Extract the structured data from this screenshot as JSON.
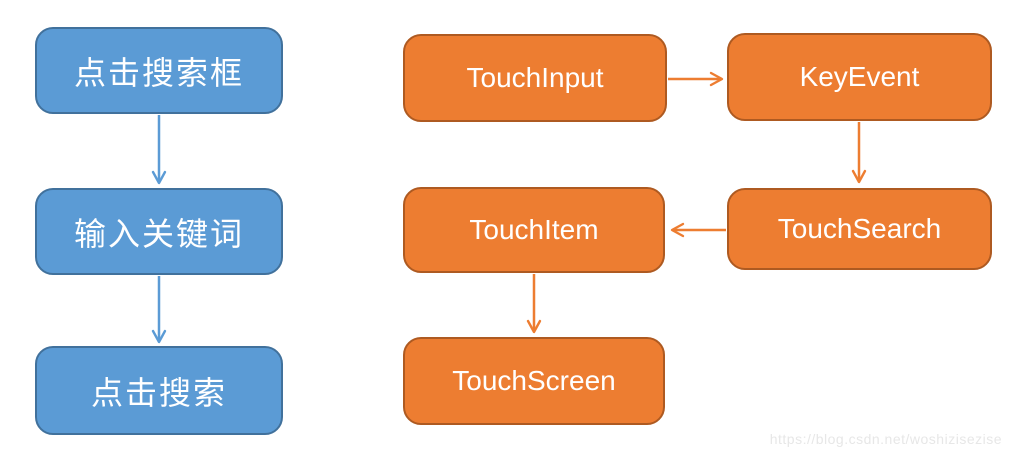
{
  "diagram": {
    "type": "flowchart",
    "left_flow": {
      "color_fill": "#5b9bd5",
      "color_border": "#41719c",
      "nodes": [
        {
          "label": "点击搜索框"
        },
        {
          "label": "输入关键词"
        },
        {
          "label": "点击搜索"
        }
      ],
      "edges": [
        {
          "from": "点击搜索框",
          "to": "输入关键词",
          "direction": "down",
          "color": "#5b9bd5"
        },
        {
          "from": "输入关键词",
          "to": "点击搜索",
          "direction": "down",
          "color": "#5b9bd5"
        }
      ]
    },
    "right_flow": {
      "color_fill": "#ed7d31",
      "color_border": "#ae5a21",
      "nodes": [
        {
          "label": "TouchInput"
        },
        {
          "label": "KeyEvent"
        },
        {
          "label": "TouchSearch"
        },
        {
          "label": "TouchItem"
        },
        {
          "label": "TouchScreen"
        }
      ],
      "edges": [
        {
          "from": "TouchInput",
          "to": "KeyEvent",
          "direction": "right",
          "color": "#ed7d31"
        },
        {
          "from": "KeyEvent",
          "to": "TouchSearch",
          "direction": "down",
          "color": "#ed7d31"
        },
        {
          "from": "TouchSearch",
          "to": "TouchItem",
          "direction": "left",
          "color": "#ed7d31"
        },
        {
          "from": "TouchItem",
          "to": "TouchScreen",
          "direction": "down",
          "color": "#ed7d31"
        }
      ]
    },
    "watermark": "https://blog.csdn.net/woshizisezise",
    "text_color": "#ffffff",
    "background_color": "#ffffff"
  }
}
